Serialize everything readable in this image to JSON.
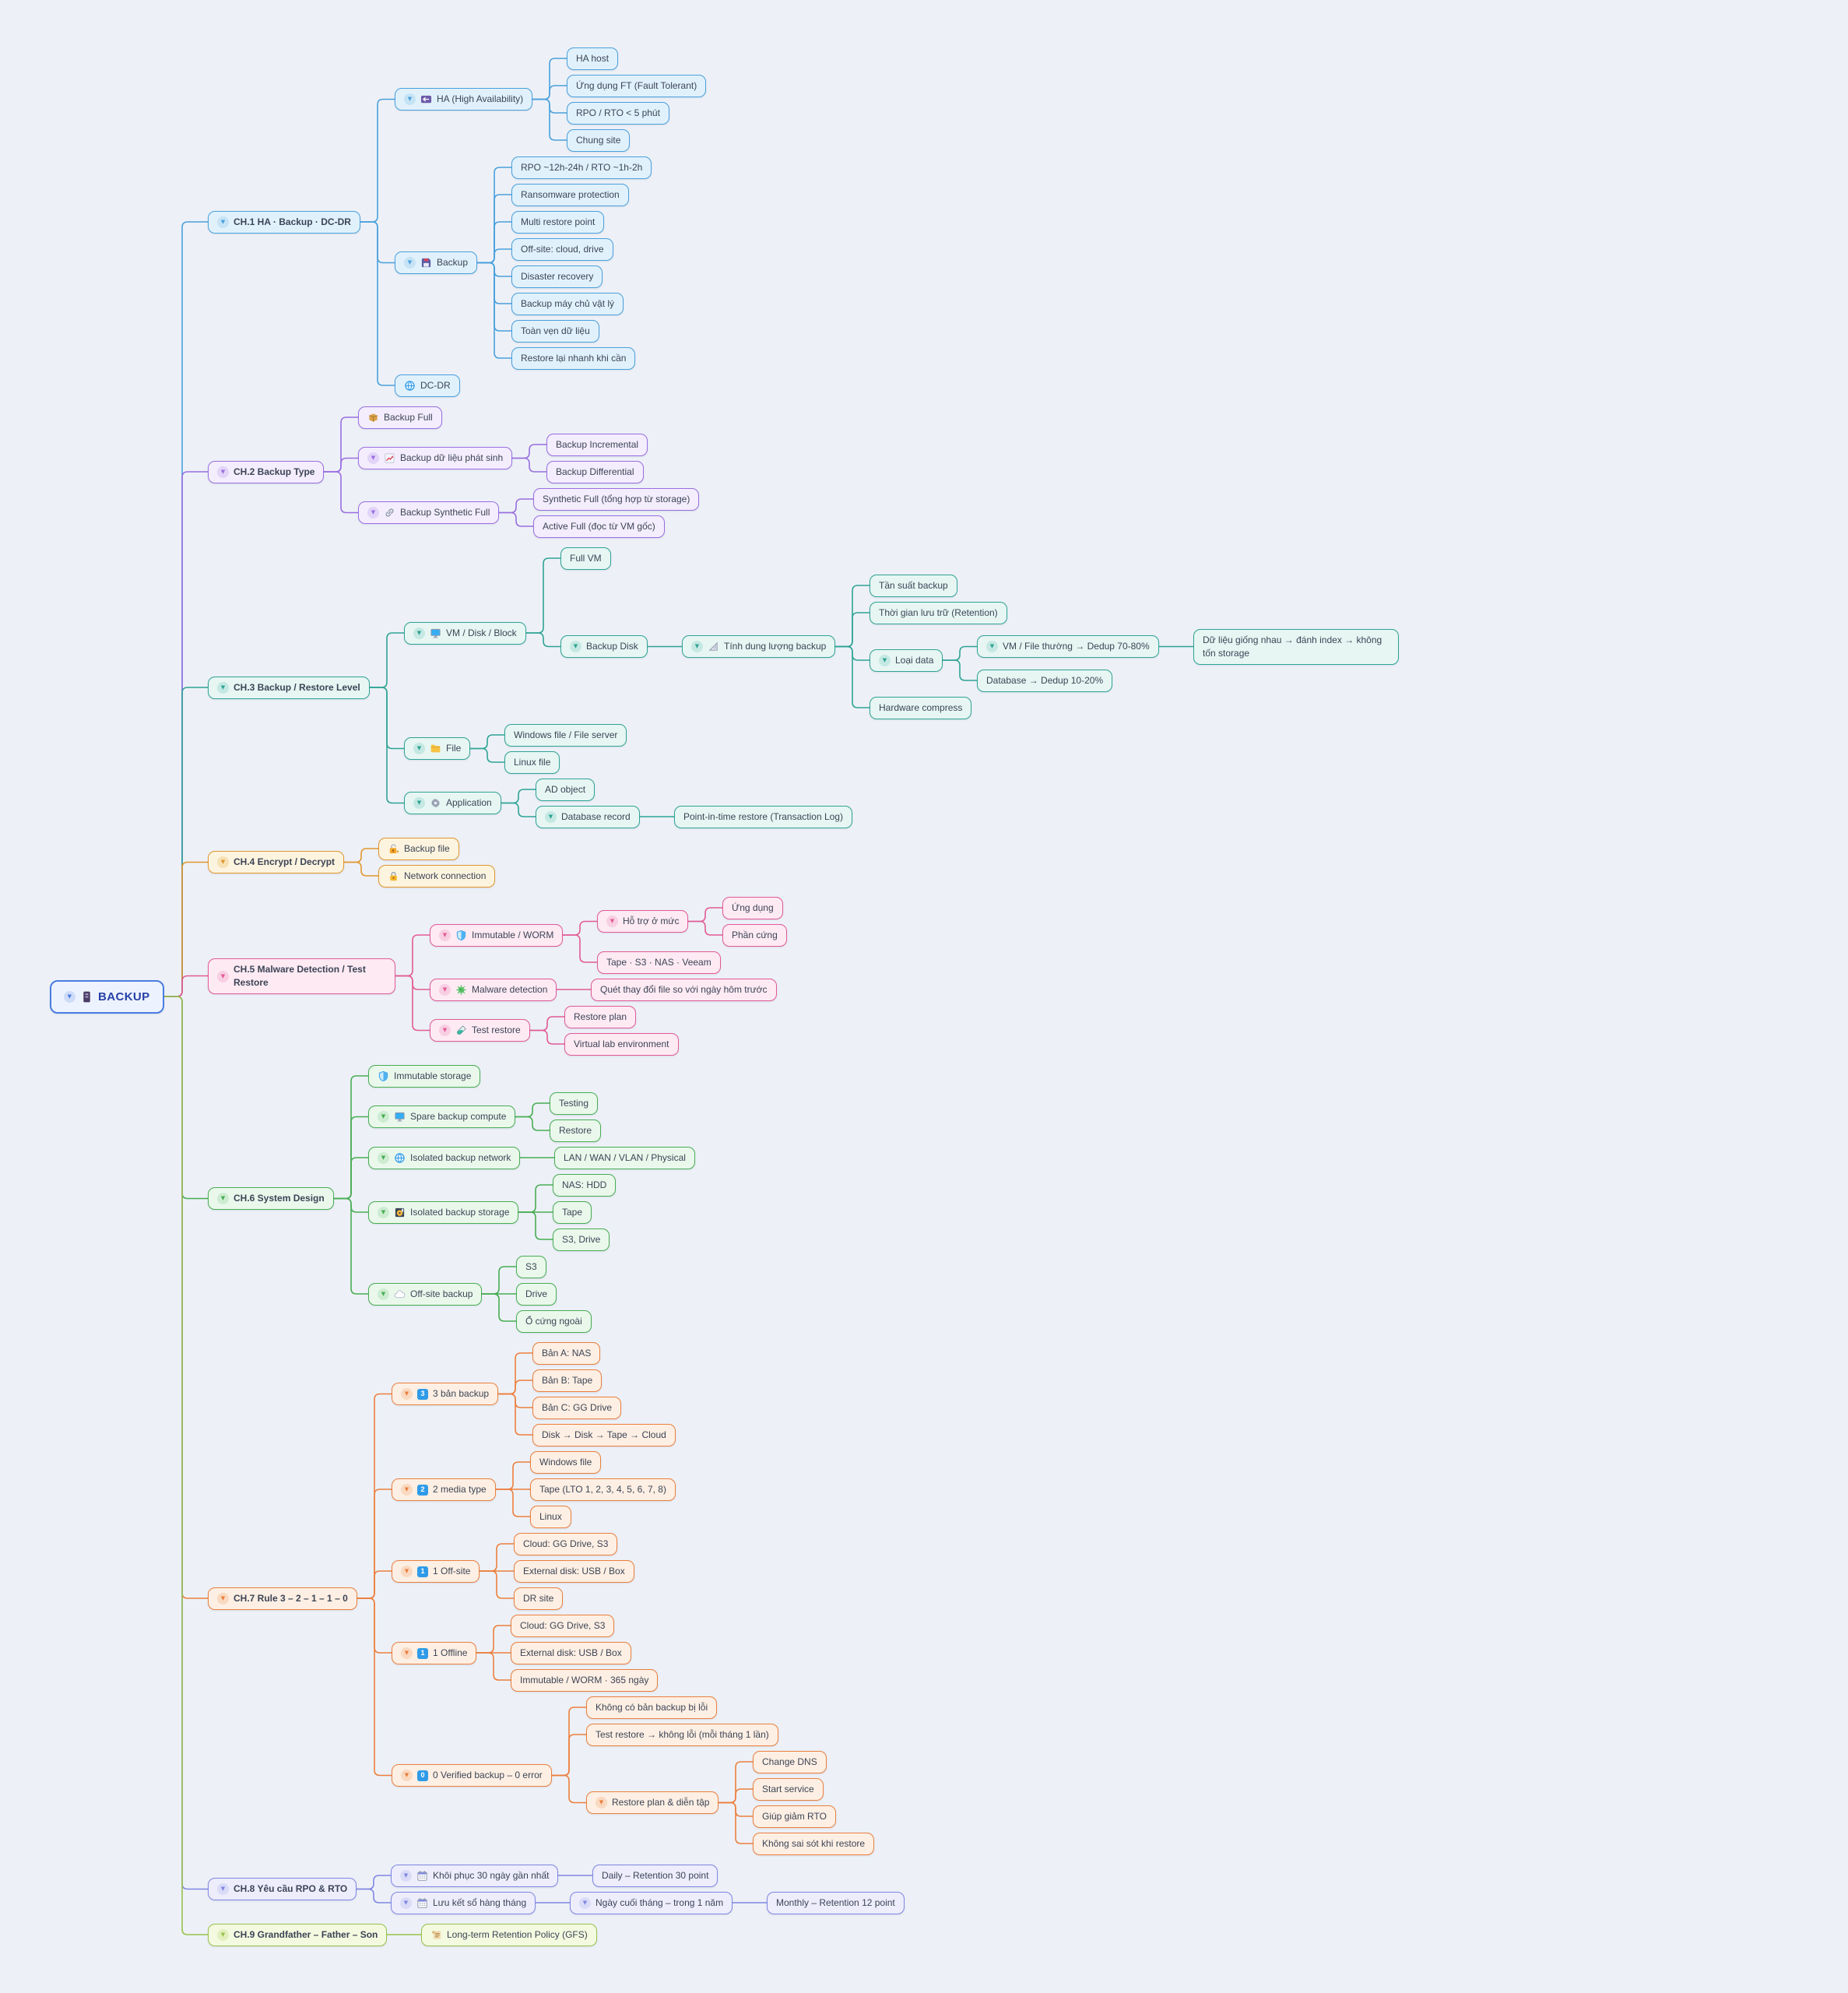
{
  "background": "#edf1f7",
  "text_color": "#3c4456",
  "palette": {
    "root": {
      "border": "#4a7de0",
      "fill": "#edf3fe",
      "chip": "#cedcf8",
      "text": "#2741a6"
    },
    "blue": {
      "border": "#4aa0dc",
      "fill": "#e1f1fc",
      "chip": "#c6e3f6"
    },
    "purple": {
      "border": "#9a6ee0",
      "fill": "#f3edfd",
      "chip": "#e2d4f8"
    },
    "teal": {
      "border": "#2fa395",
      "fill": "#e7f6f3",
      "chip": "#c5e8e2"
    },
    "amber": {
      "border": "#e2962f",
      "fill": "#fdf4df",
      "chip": "#f7e0b4"
    },
    "pink": {
      "border": "#e25a96",
      "fill": "#fdeaf3",
      "chip": "#f8cfe2"
    },
    "green": {
      "border": "#48ad53",
      "fill": "#eaf8ec",
      "chip": "#cdecd1"
    },
    "orange": {
      "border": "#ec7f3e",
      "fill": "#fdefe3",
      "chip": "#f9d9c0"
    },
    "indigo": {
      "border": "#8086e2",
      "fill": "#ededfc",
      "chip": "#d9dbf7"
    },
    "lime": {
      "border": "#97c24b",
      "fill": "#f4fadf",
      "chip": "#e2efbe"
    }
  },
  "map": {
    "label": "BACKUP",
    "icon": "server-icon",
    "color": "root",
    "children": [
      {
        "label": "CH.1 HA · Backup · DC-DR",
        "color": "blue",
        "children": [
          {
            "label": "HA (High Availability)",
            "icon": "end-arrow-icon",
            "children": [
              {
                "label": "HA host"
              },
              {
                "label": "Ứng dụng FT (Fault Tolerant)"
              },
              {
                "label": "RPO / RTO < 5 phút"
              },
              {
                "label": "Chung site"
              }
            ]
          },
          {
            "label": "Backup",
            "icon": "floppy-icon",
            "children": [
              {
                "label": "RPO ~12h-24h / RTO ~1h-2h"
              },
              {
                "label": "Ransomware protection"
              },
              {
                "label": "Multi restore point"
              },
              {
                "label": "Off-site: cloud, drive"
              },
              {
                "label": "Disaster recovery"
              },
              {
                "label": "Backup máy chủ vật lý"
              },
              {
                "label": "Toàn vẹn dữ liệu"
              },
              {
                "label": "Restore lại nhanh khi cần"
              }
            ]
          },
          {
            "label": "DC-DR",
            "icon": "globe-icon"
          }
        ]
      },
      {
        "label": "CH.2 Backup Type",
        "color": "purple",
        "children": [
          {
            "label": "Backup Full",
            "icon": "package-icon"
          },
          {
            "label": "Backup dữ liệu phát sinh",
            "icon": "chart-up-icon",
            "children": [
              {
                "label": "Backup Incremental"
              },
              {
                "label": "Backup Differential"
              }
            ]
          },
          {
            "label": "Backup Synthetic Full",
            "icon": "link-icon",
            "children": [
              {
                "label": "Synthetic Full (tổng hợp từ storage)"
              },
              {
                "label": "Active Full (đọc từ VM gốc)"
              }
            ]
          }
        ]
      },
      {
        "label": "CH.3 Backup / Restore Level",
        "color": "teal",
        "children": [
          {
            "label": "VM / Disk / Block",
            "icon": "monitor-icon",
            "children": [
              {
                "label": "Full VM"
              },
              {
                "label": "Backup Disk",
                "children": [
                  {
                    "label": "Tính dung lượng backup",
                    "icon": "ruler-icon",
                    "children": [
                      {
                        "label": "Tần suất backup"
                      },
                      {
                        "label": "Thời gian lưu trữ (Retention)"
                      },
                      {
                        "label": "Loại data",
                        "children": [
                          {
                            "label": "VM / File thường → Dedup 70-80%",
                            "children": [
                              {
                                "label": "Dữ liệu giống nhau → đánh index → không tốn storage"
                              }
                            ]
                          },
                          {
                            "label": "Database → Dedup 10-20%"
                          }
                        ]
                      },
                      {
                        "label": "Hardware compress"
                      }
                    ]
                  }
                ]
              }
            ]
          },
          {
            "label": "File",
            "icon": "folder-icon",
            "children": [
              {
                "label": "Windows file / File server"
              },
              {
                "label": "Linux file"
              }
            ]
          },
          {
            "label": "Application",
            "icon": "gear-icon",
            "children": [
              {
                "label": "AD object"
              },
              {
                "label": "Database record",
                "children": [
                  {
                    "label": "Point-in-time restore (Transaction Log)"
                  }
                ]
              }
            ]
          }
        ]
      },
      {
        "label": "CH.4 Encrypt / Decrypt",
        "color": "amber",
        "children": [
          {
            "label": "Backup file",
            "icon": "lock-key-icon"
          },
          {
            "label": "Network connection",
            "icon": "lock-icon"
          }
        ]
      },
      {
        "label": "CH.5 Malware Detection / Test Restore",
        "color": "pink",
        "children": [
          {
            "label": "Immutable / WORM",
            "icon": "shield-icon",
            "children": [
              {
                "label": "Hỗ trợ ở mức",
                "children": [
                  {
                    "label": "Ứng dụng"
                  },
                  {
                    "label": "Phần cứng"
                  }
                ]
              },
              {
                "label": "Tape · S3 · NAS · Veeam"
              }
            ]
          },
          {
            "label": "Malware detection",
            "icon": "microbe-icon",
            "children": [
              {
                "label": "Quét thay đổi file so với ngày hôm trước"
              }
            ]
          },
          {
            "label": "Test restore",
            "icon": "testtube-icon",
            "children": [
              {
                "label": "Restore plan"
              },
              {
                "label": "Virtual lab environment"
              }
            ]
          }
        ]
      },
      {
        "label": "CH.6 System Design",
        "color": "green",
        "children": [
          {
            "label": "Immutable storage",
            "icon": "shield-icon"
          },
          {
            "label": "Spare backup compute",
            "icon": "monitor-icon",
            "children": [
              {
                "label": "Testing"
              },
              {
                "label": "Restore"
              }
            ]
          },
          {
            "label": "Isolated backup network",
            "icon": "globe-icon",
            "children": [
              {
                "label": "LAN / WAN / VLAN / Physical"
              }
            ]
          },
          {
            "label": "Isolated backup storage",
            "icon": "disk-icon",
            "children": [
              {
                "label": "NAS: HDD"
              },
              {
                "label": "Tape"
              },
              {
                "label": "S3, Drive"
              }
            ]
          },
          {
            "label": "Off-site backup",
            "icon": "cloud-icon",
            "children": [
              {
                "label": "S3"
              },
              {
                "label": "Drive"
              },
              {
                "label": "Ổ cứng ngoài"
              }
            ]
          }
        ]
      },
      {
        "label": "CH.7 Rule 3 – 2 – 1 – 1 – 0",
        "color": "orange",
        "children": [
          {
            "label": "3 bản backup",
            "icon": "keycap-3",
            "children": [
              {
                "label": "Bản A: NAS"
              },
              {
                "label": "Bản B: Tape"
              },
              {
                "label": "Bản C: GG Drive"
              },
              {
                "label": "Disk → Disk → Tape → Cloud"
              }
            ]
          },
          {
            "label": "2 media type",
            "icon": "keycap-2",
            "children": [
              {
                "label": "Windows file"
              },
              {
                "label": "Tape (LTO 1, 2, 3, 4, 5, 6, 7, 8)"
              },
              {
                "label": "Linux"
              }
            ]
          },
          {
            "label": "1 Off-site",
            "icon": "keycap-1",
            "children": [
              {
                "label": "Cloud: GG Drive, S3"
              },
              {
                "label": "External disk: USB / Box"
              },
              {
                "label": "DR site"
              }
            ]
          },
          {
            "label": "1 Offline",
            "icon": "keycap-1",
            "children": [
              {
                "label": "Cloud: GG Drive, S3"
              },
              {
                "label": "External disk: USB / Box"
              },
              {
                "label": "Immutable / WORM · 365 ngày"
              }
            ]
          },
          {
            "label": "0 Verified backup – 0 error",
            "icon": "keycap-0",
            "children": [
              {
                "label": "Không có bản backup bị lỗi"
              },
              {
                "label": "Test restore → không lỗi (mỗi tháng 1 lần)"
              },
              {
                "label": "Restore plan & diễn tập",
                "children": [
                  {
                    "label": "Change DNS"
                  },
                  {
                    "label": "Start service"
                  },
                  {
                    "label": "Giúp giảm RTO"
                  },
                  {
                    "label": "Không sai sót khi restore"
                  }
                ]
              }
            ]
          }
        ]
      },
      {
        "label": "CH.8 Yêu cầu RPO & RTO",
        "color": "indigo",
        "children": [
          {
            "label": "Khôi phục 30 ngày gần nhất",
            "icon": "calendar-icon",
            "children": [
              {
                "label": "Daily – Retention 30 point"
              }
            ]
          },
          {
            "label": "Lưu kết sổ hàng tháng",
            "icon": "calendar-icon",
            "children": [
              {
                "label": "Ngày cuối tháng – trong 1 năm",
                "children": [
                  {
                    "label": "Monthly – Retention 12 point"
                  }
                ]
              }
            ]
          }
        ]
      },
      {
        "label": "CH.9 Grandfather – Father – Son",
        "color": "lime",
        "children": [
          {
            "label": "Long-term Retention Policy (GFS)",
            "icon": "scroll-icon"
          }
        ]
      }
    ]
  }
}
